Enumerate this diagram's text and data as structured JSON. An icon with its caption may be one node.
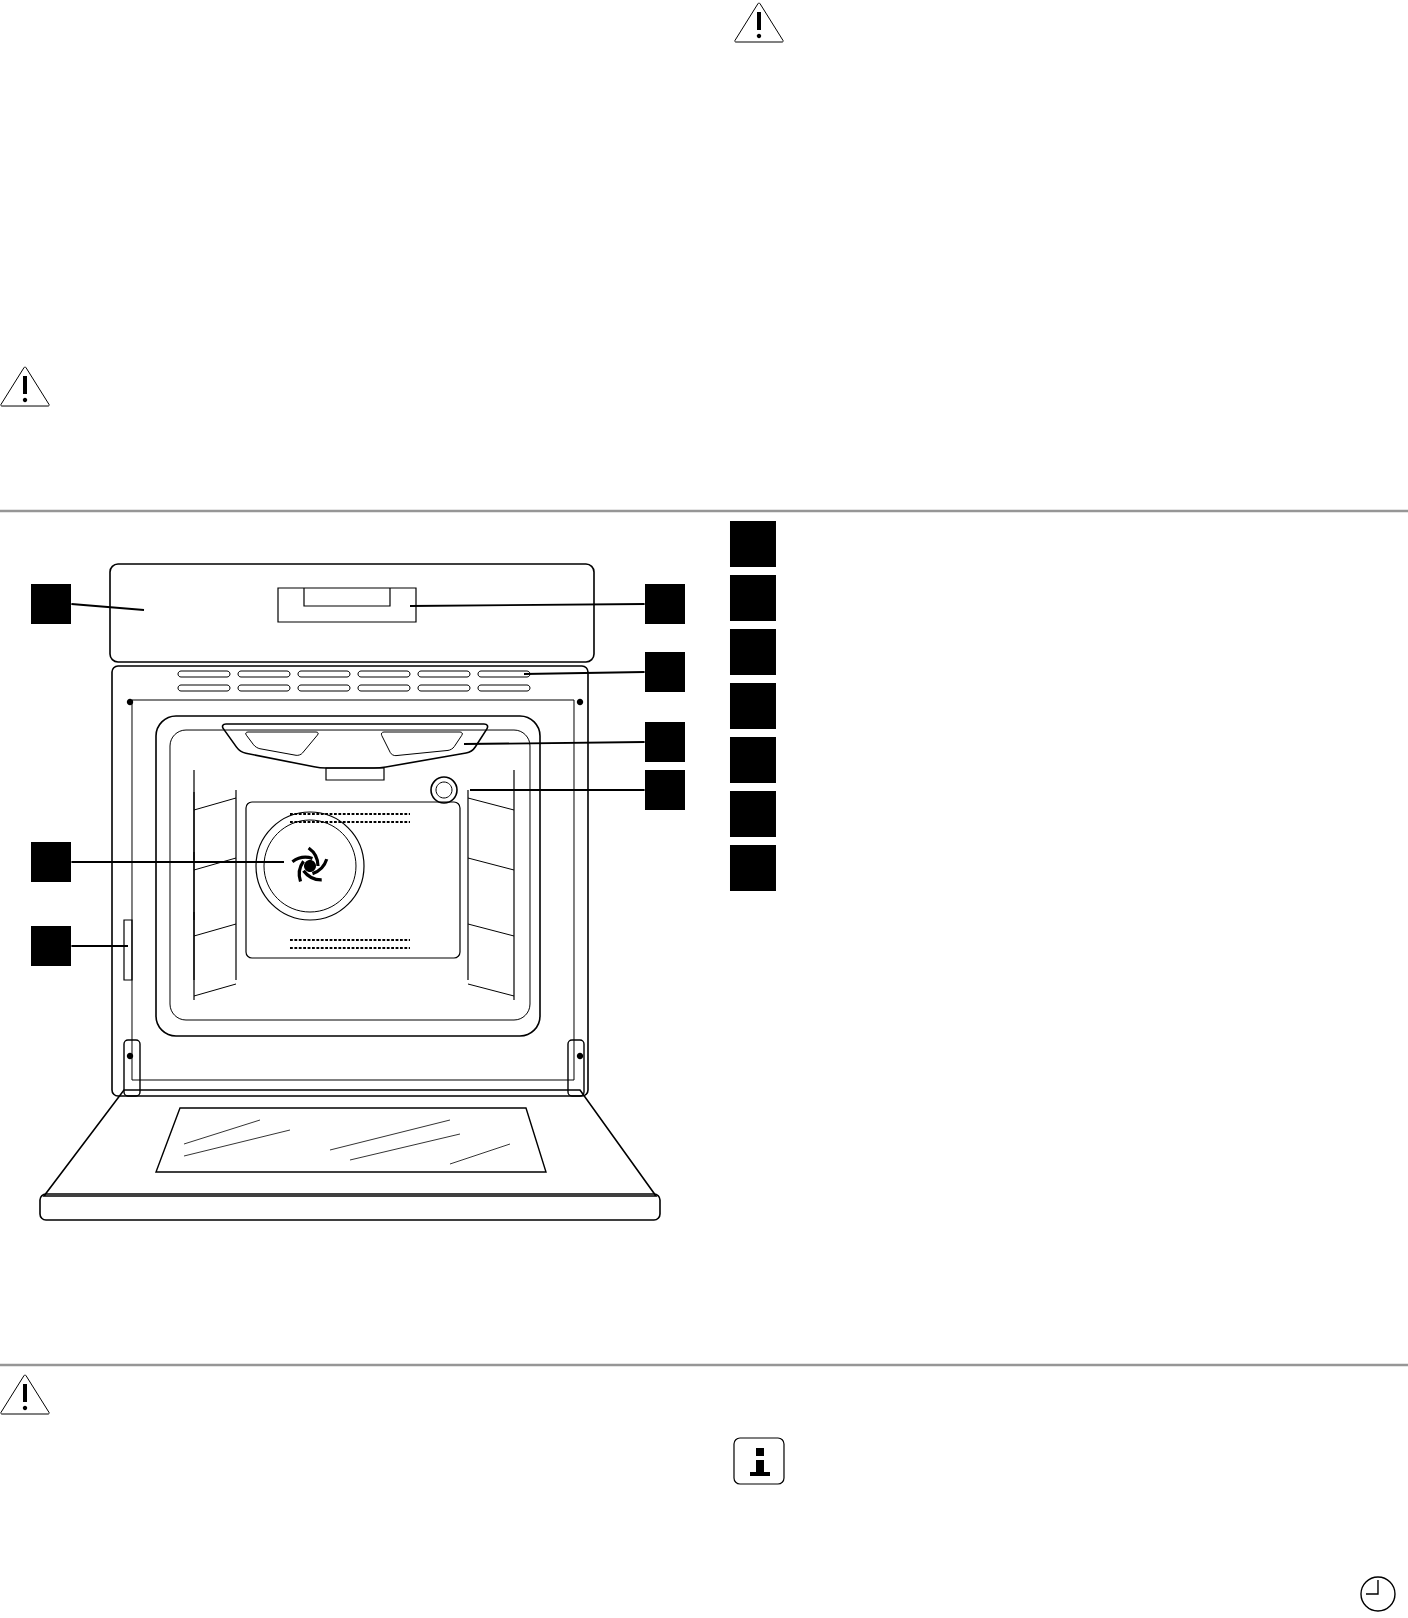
{
  "diagram": {
    "nodes": [
      {
        "text": [],
        "shape": "box"
      },
      {
        "text": [],
        "shape": "box"
      },
      {
        "text": [],
        "shape": "box"
      },
      {
        "text": [],
        "shape": "box"
      },
      {
        "text": [],
        "shape": "box"
      },
      {
        "text": [],
        "shape": "box"
      },
      {
        "text": [],
        "shape": "box"
      },
      {
        "text": [],
        "shape": "box"
      },
      {
        "text": [],
        "shape": "box"
      },
      {
        "text": [],
        "shape": "box"
      },
      {
        "text": [],
        "shape": "box"
      },
      {
        "text": [],
        "shape": "box"
      },
      {
        "text": [],
        "shape": "box"
      },
      {
        "text": [],
        "shape": "box"
      }
    ],
    "edges": [
      {
        "from": 0,
        "to": null,
        "arrow": "none"
      },
      {
        "from": 1,
        "to": null,
        "arrow": "none"
      },
      {
        "from": 2,
        "to": null,
        "arrow": "none"
      },
      {
        "from": 3,
        "to": null,
        "arrow": "none"
      },
      {
        "from": 4,
        "to": null,
        "arrow": "none"
      },
      {
        "from": 5,
        "to": null,
        "arrow": "none"
      },
      {
        "from": 6,
        "to": null,
        "arrow": "none"
      }
    ]
  }
}
